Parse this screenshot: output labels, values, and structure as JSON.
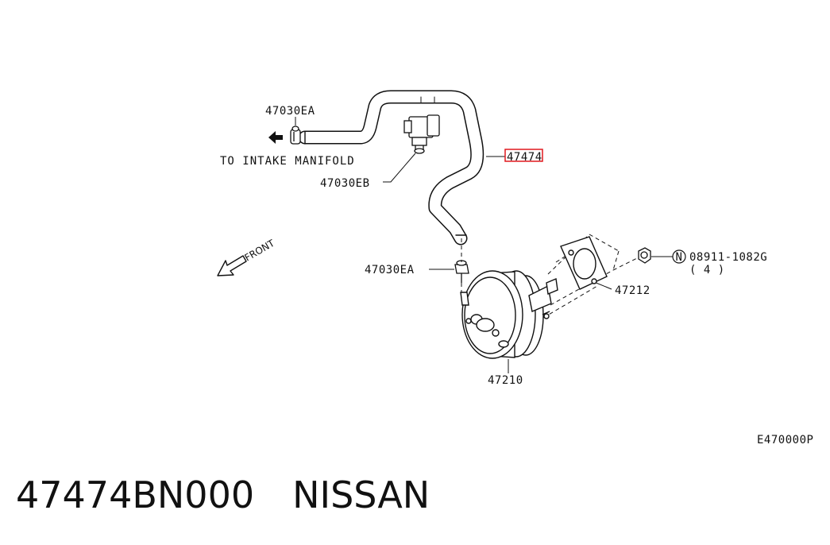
{
  "diagram": {
    "callouts": {
      "clip_upper": "47030EA",
      "clip_lower": "47030EA",
      "connector": "47030EB",
      "hose_part": "47474",
      "booster": "47210",
      "gasket": "47212",
      "nut_part": "08911-1082G",
      "nut_qty": "( 4 )",
      "nut_circle_letter": "N"
    },
    "direction_note": "TO INTAKE MANIFOLD",
    "front_label": "FRONT",
    "diagram_code": "E470000P",
    "highlight_color": "#e0191f"
  },
  "part": {
    "number": "47474BN000",
    "brand": "NISSAN"
  }
}
